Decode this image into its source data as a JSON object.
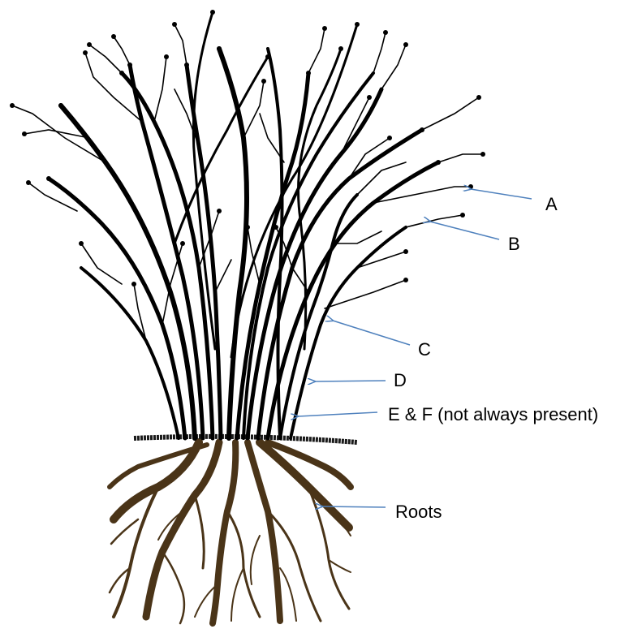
{
  "labels": {
    "a": "A",
    "b": "B",
    "c": "C",
    "d": "D",
    "ef": "E & F (not always present)",
    "roots": "Roots"
  },
  "colors": {
    "stems": "#000000",
    "roots": "#4a3418",
    "arrow": "#4f81bd",
    "soil": "#1a1a1a"
  },
  "icons": {
    "arrow": "arrow-pointer-icon"
  }
}
